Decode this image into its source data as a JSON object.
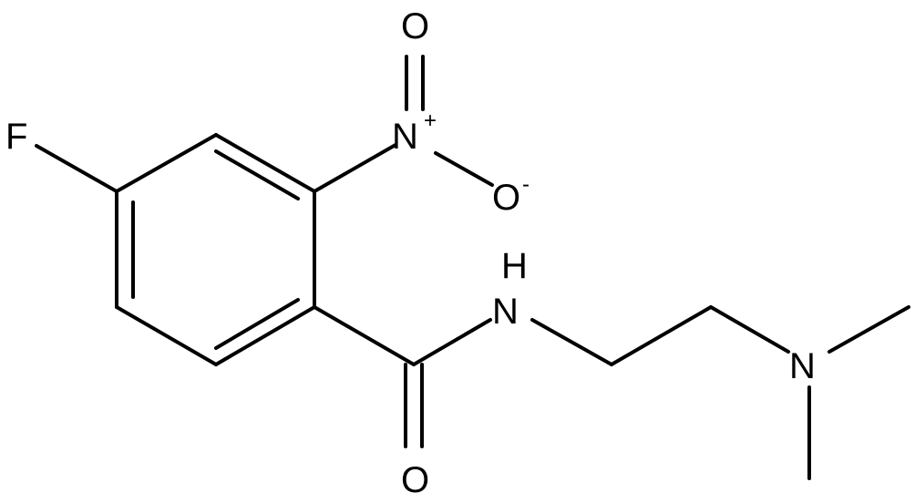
{
  "molecule": {
    "atoms": {
      "F": "F",
      "N_nitro": "N",
      "N_nitro_charge": "+",
      "O_nitro_top": "O",
      "O_nitro_minus": "O",
      "O_nitro_minus_charge": "-",
      "NH_N": "N",
      "NH_H": "H",
      "N_amine": "N",
      "O_carbonyl": "O"
    }
  }
}
